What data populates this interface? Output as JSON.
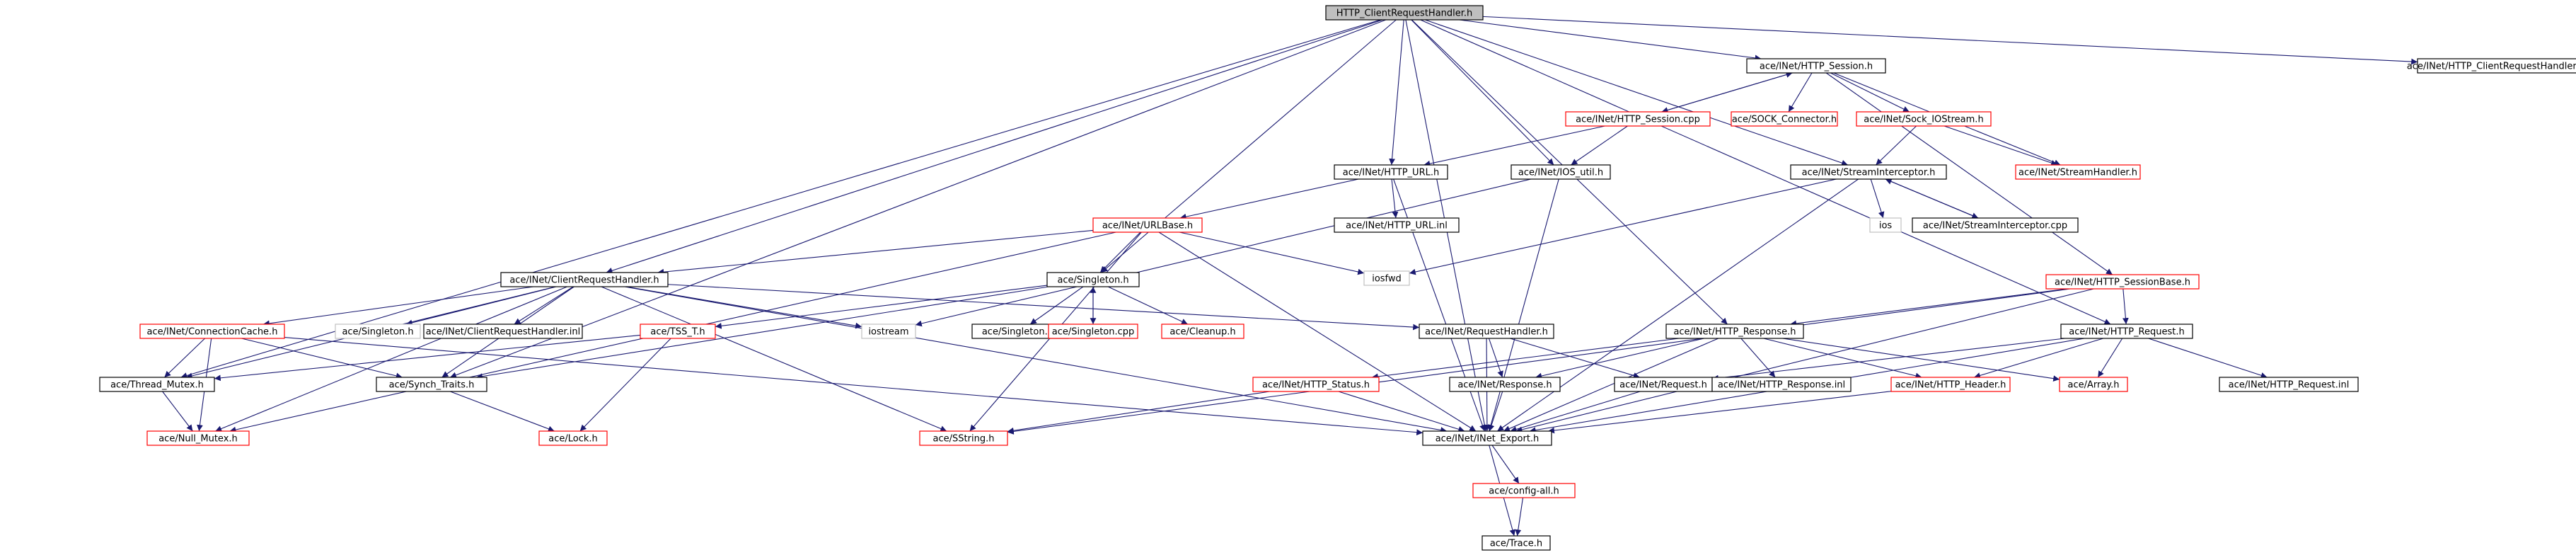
{
  "colors": {
    "edge": "#191970",
    "border_normal": "#000000",
    "border_missing": "#ff0000",
    "border_none": "#c0c0c0",
    "root_fill": "#bfbfbf"
  },
  "nodes": [
    {
      "id": "root",
      "label": "HTTP_ClientRequestHandler.h",
      "style": "root"
    },
    {
      "id": "sess_h",
      "label": "ace/INet/HTTP_Session.h",
      "style": "normal"
    },
    {
      "id": "crh_inl_top",
      "label": "ace/INet/HTTP_ClientRequestHandler.inl",
      "style": "normal"
    },
    {
      "id": "sess_cpp",
      "label": "ace/INet/HTTP_Session.cpp",
      "style": "missing"
    },
    {
      "id": "sock_conn",
      "label": "ace/SOCK_Connector.h",
      "style": "missing"
    },
    {
      "id": "sock_io",
      "label": "ace/INet/Sock_IOStream.h",
      "style": "missing"
    },
    {
      "id": "url_h",
      "label": "ace/INet/HTTP_URL.h",
      "style": "normal"
    },
    {
      "id": "iosutil",
      "label": "ace/INet/IOS_util.h",
      "style": "normal"
    },
    {
      "id": "streamint",
      "label": "ace/INet/StreamInterceptor.h",
      "style": "normal"
    },
    {
      "id": "streamhandler",
      "label": "ace/INet/StreamHandler.h",
      "style": "missing"
    },
    {
      "id": "urlbase",
      "label": "ace/INet/URLBase.h",
      "style": "missing"
    },
    {
      "id": "url_inl",
      "label": "ace/INet/HTTP_URL.inl",
      "style": "normal"
    },
    {
      "id": "ios",
      "label": "ios",
      "style": "none"
    },
    {
      "id": "streamint_cpp",
      "label": "ace/INet/StreamInterceptor.cpp",
      "style": "normal"
    },
    {
      "id": "iosfwd",
      "label": "iosfwd",
      "style": "none"
    },
    {
      "id": "sessbase",
      "label": "ace/INet/HTTP_SessionBase.h",
      "style": "missing"
    },
    {
      "id": "crh",
      "label": "ace/INet/ClientRequestHandler.h",
      "style": "normal"
    },
    {
      "id": "singleton",
      "label": "ace/Singleton.h",
      "style": "normal"
    },
    {
      "id": "resp_h",
      "label": "ace/INet/HTTP_Response.h",
      "style": "normal"
    },
    {
      "id": "req_h",
      "label": "ace/INet/HTTP_Request.h",
      "style": "normal"
    },
    {
      "id": "conncache",
      "label": "ace/INet/ConnectionCache.h",
      "style": "missing"
    },
    {
      "id": "ace_singleton",
      "label": "ace/Singleton.h",
      "style": "none"
    },
    {
      "id": "crh_inl",
      "label": "ace/INet/ClientRequestHandler.inl",
      "style": "normal"
    },
    {
      "id": "iostream",
      "label": "iostream",
      "style": "none"
    },
    {
      "id": "tss",
      "label": "ace/TSS_T.h",
      "style": "missing"
    },
    {
      "id": "singleton_inl",
      "label": "ace/Singleton.inl",
      "style": "normal"
    },
    {
      "id": "singleton_cpp",
      "label": "ace/Singleton.cpp",
      "style": "missing"
    },
    {
      "id": "cleanup",
      "label": "ace/Cleanup.h",
      "style": "missing"
    },
    {
      "id": "reqhandler",
      "label": "ace/INet/RequestHandler.h",
      "style": "normal"
    },
    {
      "id": "thread_mutex",
      "label": "ace/Thread_Mutex.h",
      "style": "normal"
    },
    {
      "id": "synch",
      "label": "ace/Synch_Traits.h",
      "style": "normal"
    },
    {
      "id": "status",
      "label": "ace/INet/HTTP_Status.h",
      "style": "missing"
    },
    {
      "id": "response",
      "label": "ace/INet/Response.h",
      "style": "normal"
    },
    {
      "id": "request",
      "label": "ace/INet/Request.h",
      "style": "normal"
    },
    {
      "id": "resp_inl",
      "label": "ace/INet/HTTP_Response.inl",
      "style": "normal"
    },
    {
      "id": "header",
      "label": "ace/INet/HTTP_Header.h",
      "style": "missing"
    },
    {
      "id": "array",
      "label": "ace/Array.h",
      "style": "missing"
    },
    {
      "id": "req_inl",
      "label": "ace/INet/HTTP_Request.inl",
      "style": "normal"
    },
    {
      "id": "null_mutex",
      "label": "ace/Null_Mutex.h",
      "style": "missing"
    },
    {
      "id": "lock",
      "label": "ace/Lock.h",
      "style": "missing"
    },
    {
      "id": "sstring",
      "label": "ace/SString.h",
      "style": "missing"
    },
    {
      "id": "export",
      "label": "ace/INet/INet_Export.h",
      "style": "normal"
    },
    {
      "id": "config",
      "label": "ace/config-all.h",
      "style": "missing"
    },
    {
      "id": "trace",
      "label": "ace/Trace.h",
      "style": "normal"
    }
  ],
  "edges": [
    [
      "root",
      "sess_h"
    ],
    [
      "root",
      "crh_inl_top"
    ],
    [
      "root",
      "url_h"
    ],
    [
      "root",
      "iosutil"
    ],
    [
      "root",
      "streamint"
    ],
    [
      "root",
      "crh"
    ],
    [
      "root",
      "singleton"
    ],
    [
      "root",
      "resp_h"
    ],
    [
      "root",
      "req_h"
    ],
    [
      "root",
      "thread_mutex"
    ],
    [
      "root",
      "synch"
    ],
    [
      "root",
      "export"
    ],
    [
      "sess_h",
      "sess_cpp"
    ],
    [
      "sess_cpp",
      "sess_h"
    ],
    [
      "sess_h",
      "sock_conn"
    ],
    [
      "sess_h",
      "sock_io"
    ],
    [
      "sess_h",
      "streamhandler"
    ],
    [
      "sess_h",
      "sessbase"
    ],
    [
      "sess_cpp",
      "url_h"
    ],
    [
      "sess_cpp",
      "iosutil"
    ],
    [
      "sock_io",
      "streamint"
    ],
    [
      "sock_io",
      "streamhandler"
    ],
    [
      "url_h",
      "urlbase"
    ],
    [
      "url_h",
      "url_inl"
    ],
    [
      "url_h",
      "export"
    ],
    [
      "iosutil",
      "iostream"
    ],
    [
      "iosutil",
      "export"
    ],
    [
      "streamint",
      "ios"
    ],
    [
      "streamint",
      "streamint_cpp"
    ],
    [
      "streamint_cpp",
      "streamint"
    ],
    [
      "streamint",
      "iosfwd"
    ],
    [
      "streamint",
      "export"
    ],
    [
      "urlbase",
      "crh"
    ],
    [
      "urlbase",
      "singleton"
    ],
    [
      "urlbase",
      "iosfwd"
    ],
    [
      "urlbase",
      "export"
    ],
    [
      "urlbase",
      "sstring"
    ],
    [
      "urlbase",
      "null_mutex"
    ],
    [
      "sessbase",
      "resp_h"
    ],
    [
      "sessbase",
      "req_h"
    ],
    [
      "sessbase",
      "sstring"
    ],
    [
      "sessbase",
      "export"
    ],
    [
      "crh",
      "conncache"
    ],
    [
      "crh",
      "ace_singleton"
    ],
    [
      "crh",
      "crh_inl"
    ],
    [
      "crh",
      "iostream"
    ],
    [
      "crh",
      "reqhandler"
    ],
    [
      "crh",
      "thread_mutex"
    ],
    [
      "crh",
      "synch"
    ],
    [
      "crh",
      "null_mutex"
    ],
    [
      "crh",
      "sstring"
    ],
    [
      "crh",
      "export"
    ],
    [
      "singleton",
      "tss"
    ],
    [
      "singleton",
      "singleton_inl"
    ],
    [
      "singleton",
      "singleton_cpp"
    ],
    [
      "singleton_cpp",
      "singleton"
    ],
    [
      "singleton",
      "cleanup"
    ],
    [
      "singleton",
      "synch"
    ],
    [
      "resp_h",
      "status"
    ],
    [
      "resp_h",
      "response"
    ],
    [
      "resp_h",
      "resp_inl"
    ],
    [
      "resp_h",
      "header"
    ],
    [
      "resp_h",
      "array"
    ],
    [
      "resp_h",
      "export"
    ],
    [
      "req_h",
      "request"
    ],
    [
      "req_h",
      "header"
    ],
    [
      "req_h",
      "array"
    ],
    [
      "req_h",
      "req_inl"
    ],
    [
      "req_h",
      "export"
    ],
    [
      "conncache",
      "thread_mutex"
    ],
    [
      "conncache",
      "synch"
    ],
    [
      "conncache",
      "null_mutex"
    ],
    [
      "conncache",
      "export"
    ],
    [
      "tss",
      "thread_mutex"
    ],
    [
      "tss",
      "lock"
    ],
    [
      "reqhandler",
      "request"
    ],
    [
      "reqhandler",
      "response"
    ],
    [
      "reqhandler",
      "export"
    ],
    [
      "thread_mutex",
      "null_mutex"
    ],
    [
      "synch",
      "lock"
    ],
    [
      "status",
      "sstring"
    ],
    [
      "status",
      "export"
    ],
    [
      "response",
      "export"
    ],
    [
      "request",
      "export"
    ],
    [
      "header",
      "export"
    ],
    [
      "export",
      "config"
    ],
    [
      "export",
      "trace"
    ],
    [
      "config",
      "trace"
    ]
  ]
}
